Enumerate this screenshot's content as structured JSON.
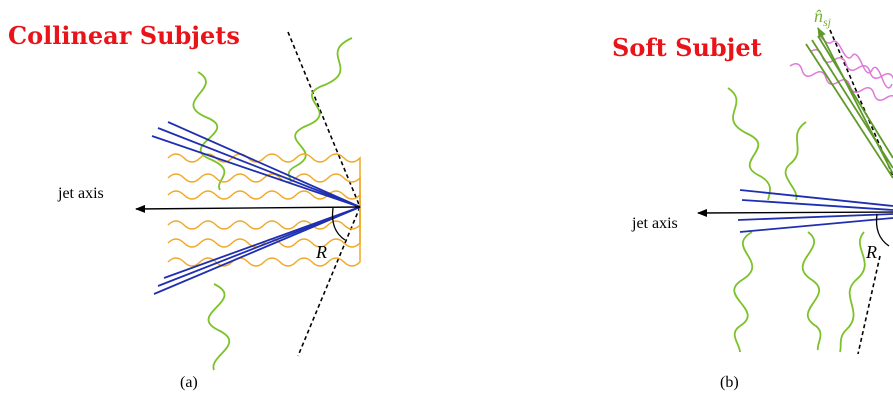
{
  "panel_a": {
    "title": "Collinear Subjets",
    "axis_label": "jet axis",
    "radius_label": "R",
    "caption": "(a)"
  },
  "panel_b": {
    "title": "Soft Subjet",
    "axis_label": "jet axis",
    "radius_label": "R",
    "subjet_axis_label": "n̂",
    "subjet_axis_subscript": "sj",
    "caption": "(b)"
  },
  "colors": {
    "title": "#e8141a",
    "quark_lines": "#1f2fb0",
    "collinear_gluons": "#f0a828",
    "soft_gluons": "#7cc22a",
    "subjet_gluons": "#de7ad8",
    "subjet_lines": "#5f9a2a"
  }
}
